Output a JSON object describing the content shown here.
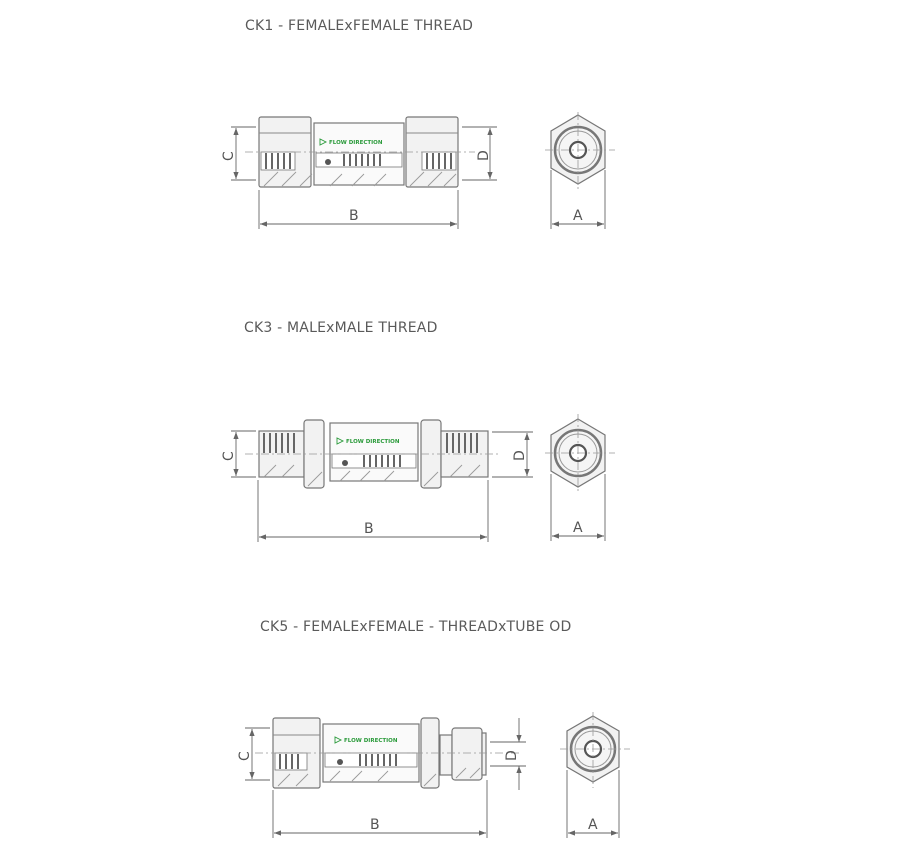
{
  "sections": [
    {
      "id": "ck1",
      "title": "CK1 - FEMALExFEMALE THREAD",
      "flow_label": "FLOW DIRECTION",
      "dims": {
        "a": "A",
        "b": "B",
        "c": "C",
        "d": "D"
      }
    },
    {
      "id": "ck3",
      "title": "CK3 - MALExMALE THREAD",
      "flow_label": "FLOW DIRECTION",
      "dims": {
        "a": "A",
        "b": "B",
        "c": "C",
        "d": "D"
      }
    },
    {
      "id": "ck5",
      "title": "CK5 - FEMALExFEMALE - THREADxTUBE OD",
      "flow_label": "FLOW DIRECTION",
      "dims": {
        "a": "A",
        "b": "B",
        "c": "C",
        "d": "D"
      }
    }
  ],
  "colors": {
    "line": "#777777",
    "fill": "#f2f2f2",
    "flow_label": "#2a9a3a",
    "title": "#5a5a5a"
  }
}
